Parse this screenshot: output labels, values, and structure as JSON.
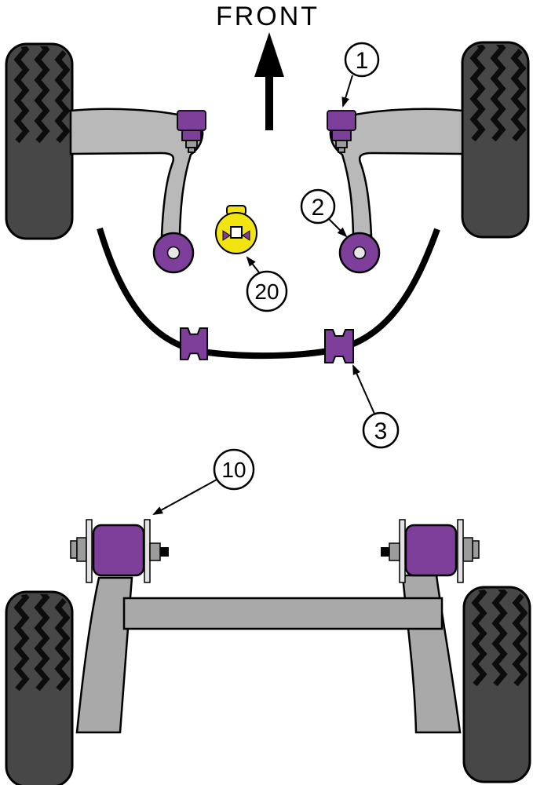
{
  "diagram": {
    "title": "FRONT"
  },
  "callouts": {
    "c1": {
      "label": "1"
    },
    "c2": {
      "label": "2"
    },
    "c3": {
      "label": "3"
    },
    "c10": {
      "label": "10"
    },
    "c20": {
      "label": "20"
    }
  },
  "colors": {
    "bush_purple": "#7e3f9b",
    "insert_yellow": "#f2e312",
    "arm_gray": "#b9b9b9",
    "beam_gray": "#a9a9a9",
    "plate_gray": "#e3e3e3",
    "hardware_gray": "#9c9c9c",
    "hole_gray": "#e6e6e6",
    "tire_gray": "#474747",
    "tread_black": "#0c0c0c",
    "callout_bg": "#ffffff",
    "outline_black": "#000000"
  }
}
